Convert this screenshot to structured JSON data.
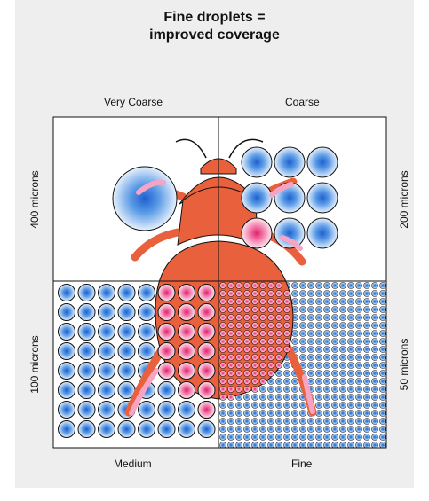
{
  "title": {
    "line1": "Fine droplets =",
    "line2": "improved coverage"
  },
  "quadrants": {
    "top_left": {
      "label": "Very Coarse",
      "size": "400 microns"
    },
    "top_right": {
      "label": "Coarse",
      "size": "200 microns"
    },
    "bottom_left": {
      "label": "Medium",
      "size": "100 microns"
    },
    "bottom_right": {
      "label": "Fine",
      "size": "50 microns"
    }
  },
  "colors": {
    "background": "#eeeeee",
    "beetle": "#e8603c",
    "droplet_blue": "#3b82d6",
    "droplet_pink": "#e8357a",
    "leg_pink": "#f6a4c4"
  }
}
